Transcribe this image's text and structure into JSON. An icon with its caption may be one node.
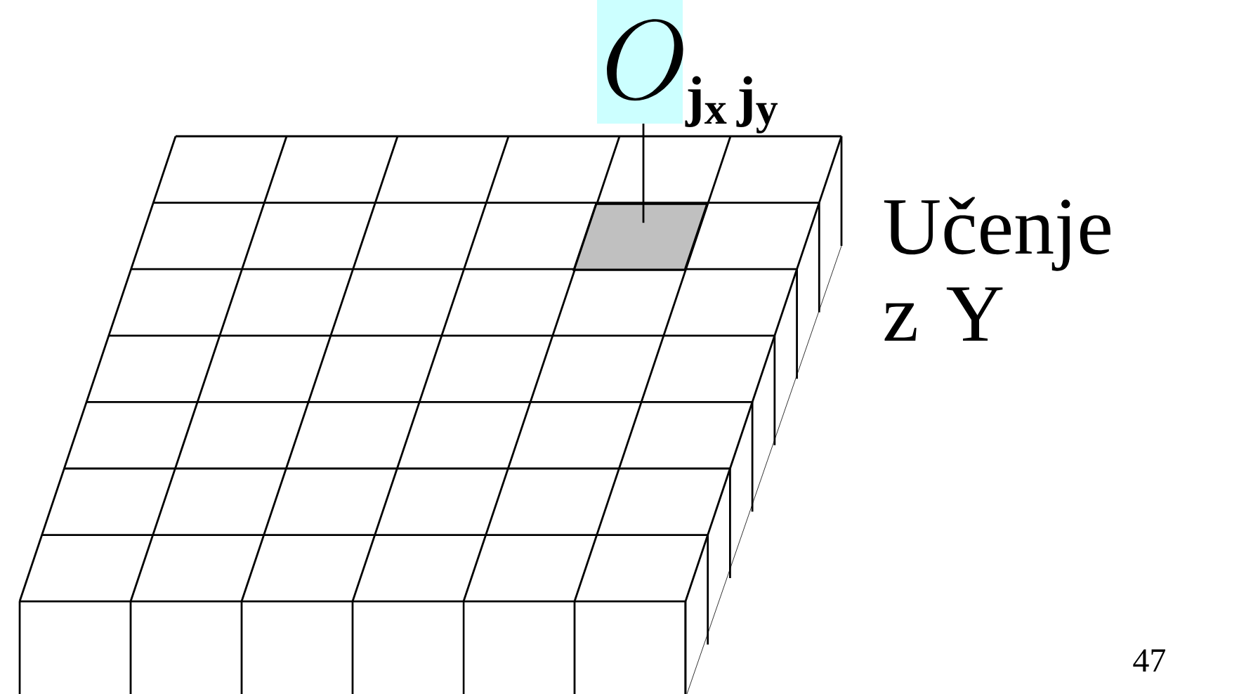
{
  "diagram": {
    "nodes": [
      {
        "text": [
          "O_{\\mathbf{j_{x}}\\,\\mathbf{j_{y}}}"
        ]
      },
      {
        "text": [],
        "shape": "box"
      }
    ],
    "edges": [
      {
        "from": 0,
        "to": 1,
        "arrow": "none"
      }
    ],
    "labels": [
      "Učenje z Y",
      "47"
    ]
  }
}
